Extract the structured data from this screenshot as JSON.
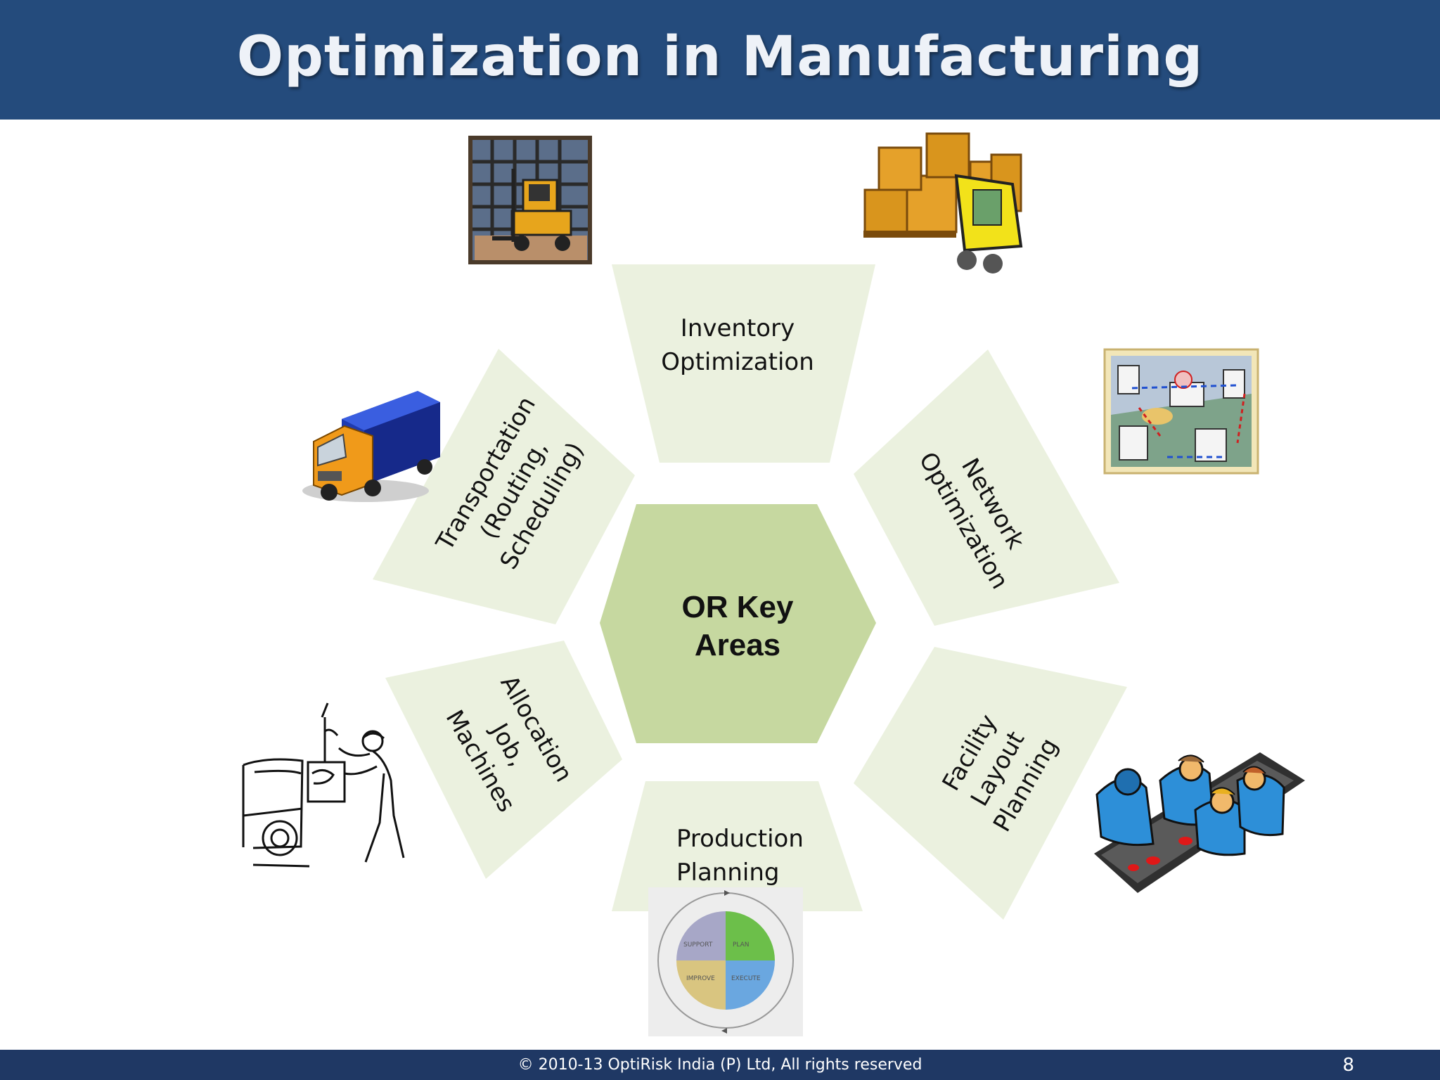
{
  "slide": {
    "title": "Optimization in Manufacturing",
    "footer": "© 2010-13 OptiRisk India (P) Ltd, All rights reserved",
    "page_number": "8"
  },
  "center": {
    "line1": "OR  Key",
    "line2": "Areas"
  },
  "segments": {
    "inventory": {
      "line1": "Inventory",
      "line2": "Optimization"
    },
    "network": {
      "line1": "Network",
      "line2": "Optimization"
    },
    "facility": {
      "line1": "Facility",
      "line2": "Layout",
      "line3": "Planning"
    },
    "production": {
      "line1": "Production",
      "line2": "Planning"
    },
    "allocation": {
      "line1": "Allocation",
      "line2": "Job,",
      "line3": "Machines"
    },
    "transportation": {
      "line1": "Transportation",
      "line2": "(Routing,",
      "line3": "Scheduling)"
    }
  },
  "cycle_graphic": {
    "support": "SUPPORT",
    "plan": "PLAN",
    "improve": "IMPROVE",
    "execute": "EXECUTE"
  },
  "colors": {
    "header": "#244b7c",
    "footer": "#1f3864",
    "center_hexagon": "#c6d8a0",
    "segment_fill": "#ebf1df"
  },
  "icons": [
    "warehouse-forklift-icon",
    "box-forklift-icon",
    "network-computers-icon",
    "delivery-truck-icon",
    "machinist-worker-icon",
    "factory-workers-icon",
    "plan-execute-cycle-icon"
  ]
}
